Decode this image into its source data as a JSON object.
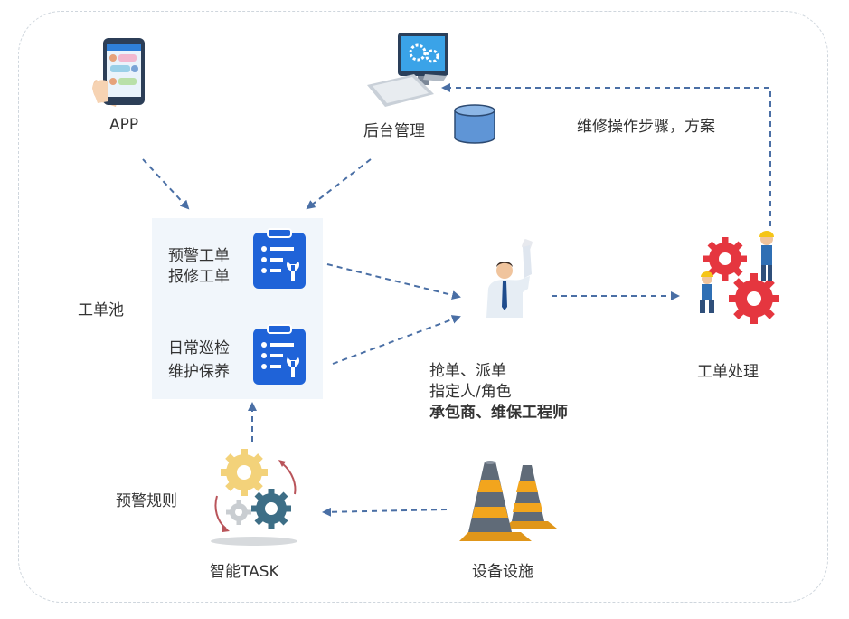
{
  "nodes": {
    "app": "APP",
    "backend": "后台管理",
    "repair_steps": "维修操作步骤，方案",
    "pool": "工单池",
    "warning_order": "预警工单",
    "repair_order": "报修工单",
    "daily_patrol": "日常巡检",
    "maintenance": "维护保养",
    "dispatch_line1": "抢单、派单",
    "dispatch_line2": "指定人/角色",
    "dispatch_line3": "承包商、维保工程师",
    "processing": "工单处理",
    "warning_rules": "预警规则",
    "smart_task": "智能TASK",
    "facilities": "设备设施"
  },
  "colors": {
    "arrow": "#4a6fa5",
    "clipboard": "#1f63d8",
    "gear_red": "#e5363f",
    "gear_yellow": "#f3d27a",
    "gear_teal": "#3d6e86",
    "cone_orange": "#f2a51d",
    "cone_gray": "#606b78",
    "db_blue": "#5f95d6"
  }
}
